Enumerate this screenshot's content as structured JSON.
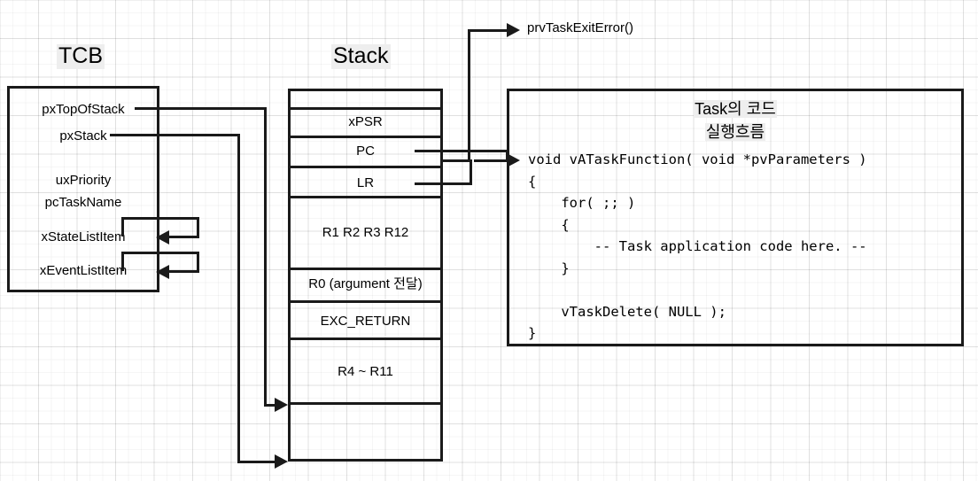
{
  "diagram": {
    "title_tcb": "TCB",
    "title_stack": "Stack",
    "external_call": "prvTaskExitError()"
  },
  "tcb": {
    "fields": [
      {
        "label": "pxTopOfStack"
      },
      {
        "label": "pxStack"
      },
      {
        "label": "uxPriority"
      },
      {
        "label": "pcTaskName"
      },
      {
        "label": "xStateListItem"
      },
      {
        "label": "xEventListItem"
      }
    ]
  },
  "stack": {
    "rows": [
      {
        "label": ""
      },
      {
        "label": "xPSR"
      },
      {
        "label": "PC"
      },
      {
        "label": "LR"
      },
      {
        "label": "R1 R2 R3 R12"
      },
      {
        "label": "R0 (argument 전달)"
      },
      {
        "label": "EXC_RETURN"
      },
      {
        "label": "R4 ~ R11"
      },
      {
        "label": ""
      }
    ]
  },
  "code_panel": {
    "title_line1": "Task의 코드",
    "title_line2": "실행흐름",
    "source": "void vATaskFunction( void *pvParameters )\n{\n    for( ;; )\n    {\n        -- Task application code here. --\n    }\n\n    vTaskDelete( NULL );\n}"
  },
  "colors": {
    "stroke": "#1a1a1a",
    "grid_major": "#e4e4e4",
    "grid_minor": "#f4f4f4",
    "highlight": "#eeeeee",
    "background": "#ffffff"
  }
}
